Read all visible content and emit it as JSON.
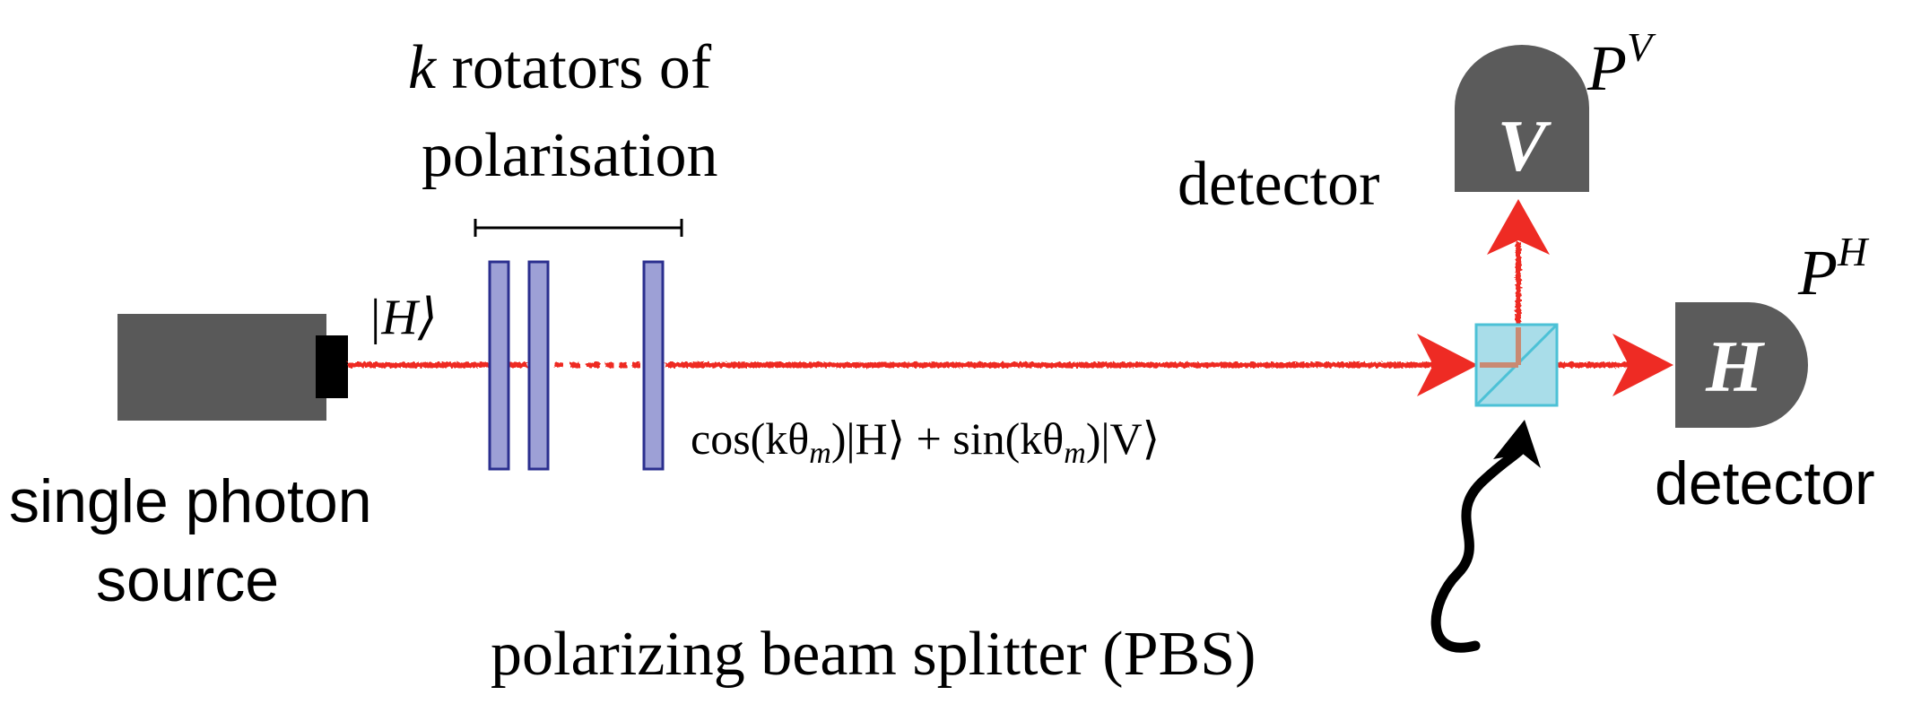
{
  "labels": {
    "rotators_k": "k",
    "rotators_line1": " rotators of",
    "rotators_line2": "polarisation",
    "input_state": "|H⟩",
    "output_state_cos": "cos(kθ",
    "output_state_m1": "m",
    "output_state_mid": ")|H⟩ + sin(kθ",
    "output_state_m2": "m",
    "output_state_end": ")|V⟩",
    "source_line1": "single photon",
    "source_line2": "source",
    "pbs": "polarizing beam splitter (PBS)",
    "detector_v_word": "detector",
    "detector_h_word": "detector",
    "detector_v_letter": "V",
    "detector_h_letter": "H",
    "prob_v_base": "P",
    "prob_v_sup": "V",
    "prob_h_base": "P",
    "prob_h_sup": "H"
  },
  "colors": {
    "beam": "#ee2b24",
    "source_body": "#595959",
    "source_aperture": "#000000",
    "rotator_fill": "#9da0d6",
    "rotator_stroke": "#2b2f8f",
    "pbs_fill": "#a9dde9",
    "pbs_stroke": "#4cc1d6",
    "detector_fill": "#5b5b5b",
    "detector_letter": "#ffffff"
  },
  "icons": {
    "source": "laser-source-icon",
    "detector": "detector-icon",
    "pbs": "beam-splitter-cube-icon",
    "pointer": "curved-arrow-icon"
  }
}
